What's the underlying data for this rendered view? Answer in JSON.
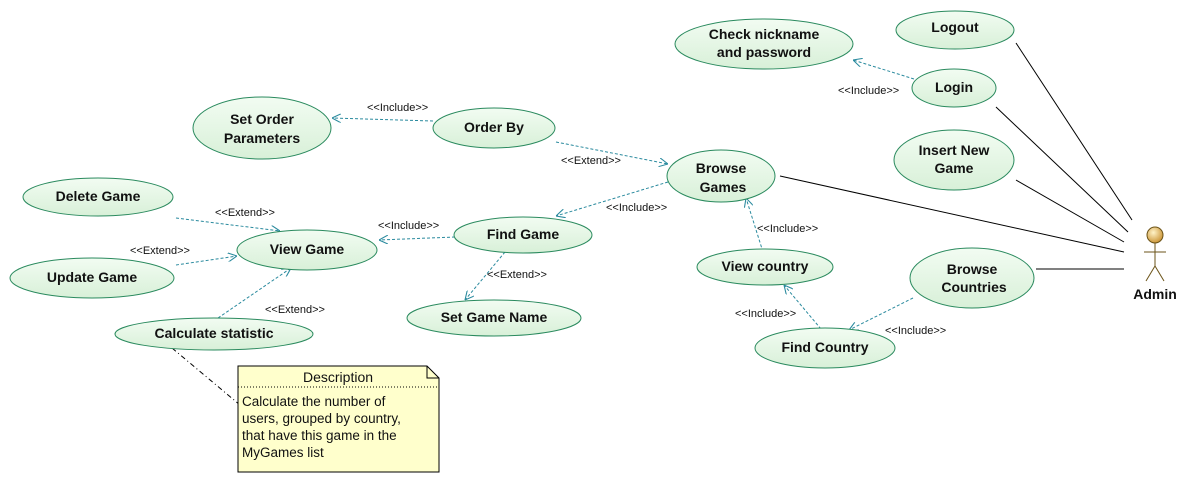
{
  "use_cases": {
    "check_credentials": [
      "Check nickname",
      "and password"
    ],
    "logout": [
      "Logout"
    ],
    "login": [
      "Login"
    ],
    "set_order_parameters": [
      "Set Order",
      "Parameters"
    ],
    "order_by": [
      "Order By"
    ],
    "insert_new_game": [
      "Insert New",
      "Game"
    ],
    "browse_games": [
      "Browse",
      "Games"
    ],
    "delete_game": [
      "Delete Game"
    ],
    "view_game": [
      "View Game"
    ],
    "find_game": [
      "Find Game"
    ],
    "update_game": [
      "Update Game"
    ],
    "view_country": [
      "View country"
    ],
    "browse_countries": [
      "Browse",
      "Countries"
    ],
    "calculate_statistic": [
      "Calculate statistic"
    ],
    "set_game_name": [
      "Set Game Name"
    ],
    "find_country": [
      "Find Country"
    ]
  },
  "stereotypes": {
    "include": "<<Include>>",
    "extend": "<<Extend>>"
  },
  "actor": {
    "name": "Admin"
  },
  "note": {
    "title": "Description",
    "lines": [
      "Calculate the number of",
      "users, grouped by country,",
      "that have this game in the",
      "MyGames list"
    ]
  },
  "colors": {
    "use_case_fill": "#e3f5e3",
    "use_case_stroke": "#2a8a5e",
    "dependency": "#2a8a9e",
    "association": "#000000",
    "note_fill": "#ffffcc",
    "actor_fill": "#e8b75c"
  }
}
